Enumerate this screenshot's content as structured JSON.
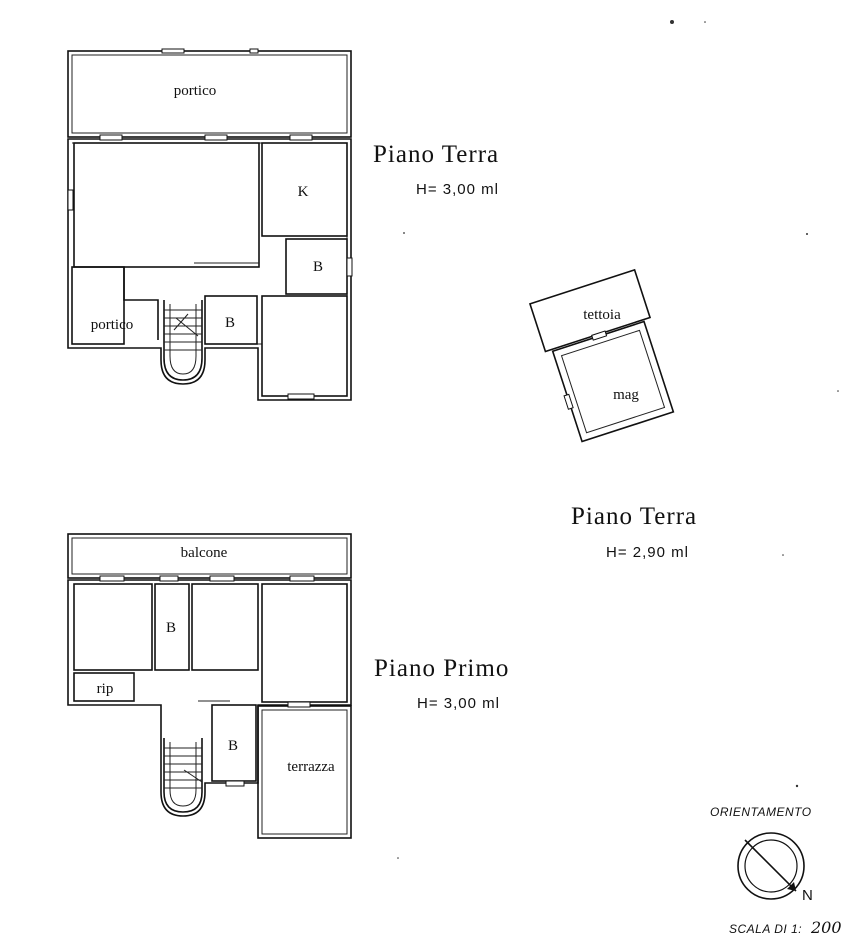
{
  "ground_floor": {
    "title": "Piano Terra",
    "height_label": "H= 3,00 ml",
    "rooms": {
      "portico_top": "portico",
      "kitchen": "K",
      "bath_right": "B",
      "portico_left": "portico",
      "bath_center": "B"
    }
  },
  "annex": {
    "title": "Piano Terra",
    "height_label": "H= 2,90 ml",
    "rooms": {
      "canopy": "tettoia",
      "storage": "mag"
    }
  },
  "first_floor": {
    "title": "Piano Primo",
    "height_label": "H= 3,00 ml",
    "rooms": {
      "balcony": "balcone",
      "bath_top": "B",
      "closet": "rip",
      "bath_bottom": "B",
      "terrace": "terrazza"
    }
  },
  "orientation": {
    "label": "ORIENTAMENTO",
    "north": "N"
  },
  "scale": {
    "label": "SCALA DI 1:",
    "value": "200"
  }
}
